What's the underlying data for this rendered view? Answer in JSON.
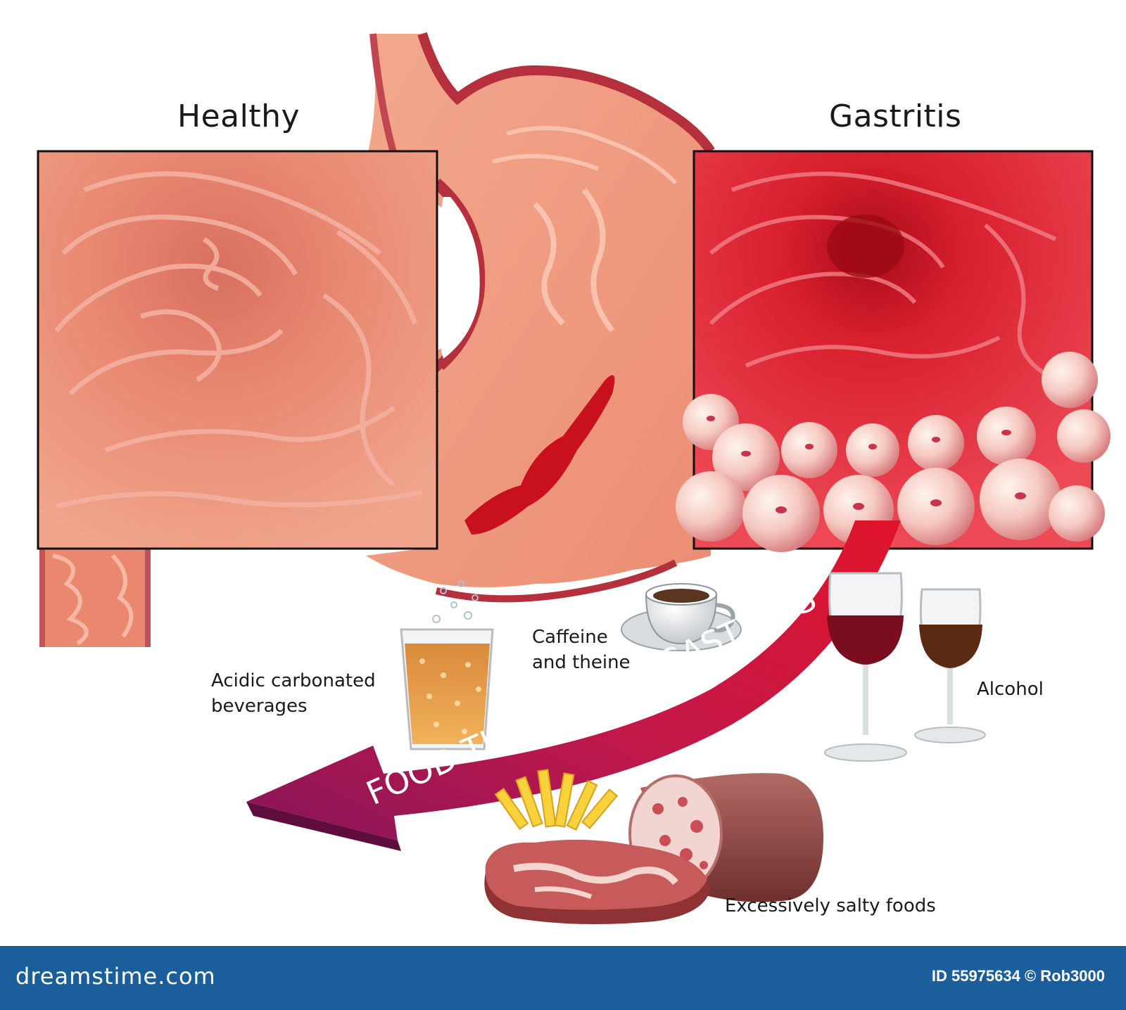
{
  "panels": {
    "healthy_title": "Healthy",
    "gastritis_title": "Gastritis"
  },
  "arrow": {
    "text": "FOOD THAT CAUSE GASTRITIS"
  },
  "foods": {
    "carbonated": [
      "Acidic carbonated",
      "beverages"
    ],
    "caffeine": [
      "Caffeine",
      "and theine"
    ],
    "alcohol": "Alcohol",
    "salty": "Excessively salty foods"
  },
  "footer": {
    "brand": "dreamstime.com",
    "id_credit": "ID 55975634 © Rob3000"
  },
  "colors": {
    "healthy_tissue": "#e9876f",
    "gastritis_tissue": "#d81f2e",
    "arrow_red": "#d8142c",
    "arrow_purple": "#8a1558",
    "footer_bg": "#1b5e9c"
  }
}
